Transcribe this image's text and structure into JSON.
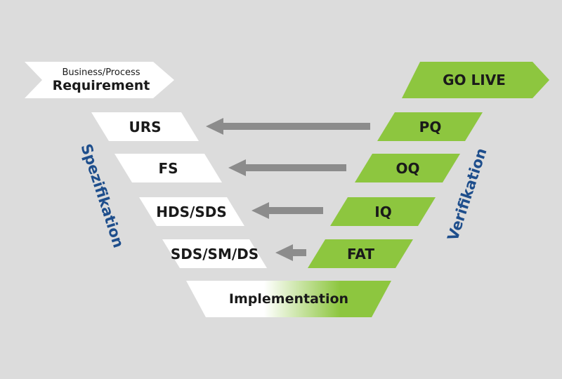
{
  "requirement": {
    "top": "Business/Process",
    "main": "Requirement"
  },
  "left_steps": [
    "URS",
    "FS",
    "HDS/SDS",
    "SDS/SM/DS"
  ],
  "right_steps": [
    "PQ",
    "OQ",
    "IQ",
    "FAT"
  ],
  "go_live": "GO LIVE",
  "implementation": "Implementation",
  "side_labels": {
    "left": "Spezifikation",
    "right": "Verifikation"
  },
  "colors": {
    "green": "#8dc63f",
    "white": "#ffffff",
    "arrow": "#8c8c8c",
    "side_text": "#1e4e8c",
    "background": "#dcdcdc"
  }
}
